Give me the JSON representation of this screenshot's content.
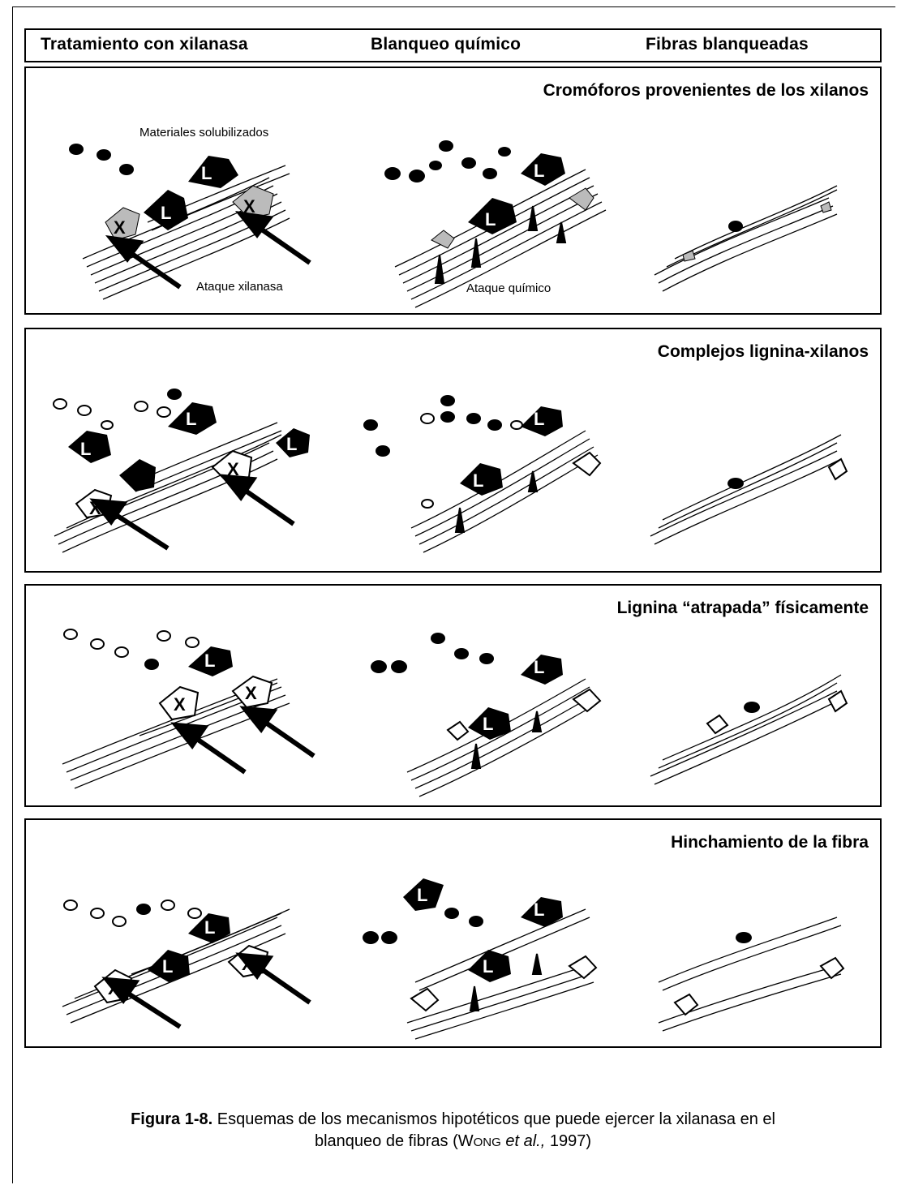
{
  "headers": [
    "Tratamiento con xilanasa",
    "Blanqueo químico",
    "Fibras blanqueadas"
  ],
  "panels": [
    {
      "title": "Cromóforos provenientes de los xilanos",
      "labels": {
        "solubilized": "Materiales solubilizados",
        "xylanase_attack": "Ataque xilanasa",
        "chemical_attack": "Ataque químico"
      }
    },
    {
      "title": "Complejos lignina-xilanos"
    },
    {
      "title": "Lignina “atrapada” físicamente"
    },
    {
      "title": "Hinchamiento de la fibra"
    }
  ],
  "glyph_letters": {
    "lignin": "L",
    "xylan": "X"
  },
  "caption": {
    "label": "Figura 1-8.",
    "text1": " Esquemas de los mecanismos hipotéticos que puede ejercer la xilanasa en el",
    "text2_a": "blanqueo de fibras (W",
    "text2_sc": "ONG",
    "text2_b": " ",
    "text2_etal": "et al.,",
    "text2_c": " 1997)"
  }
}
